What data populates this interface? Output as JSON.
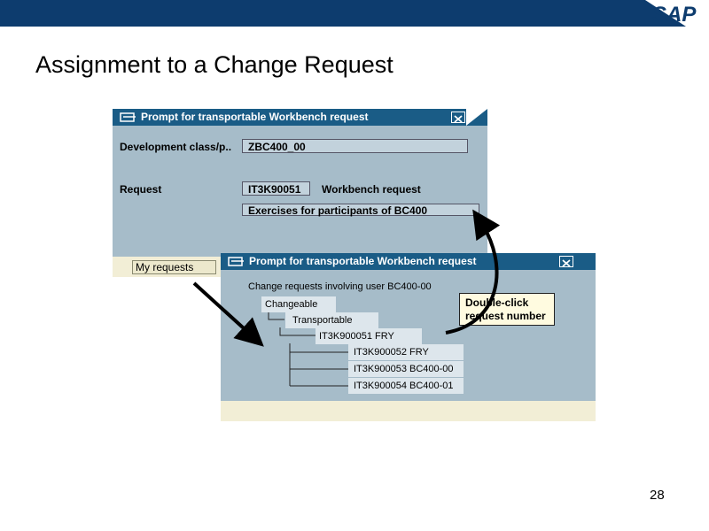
{
  "header": {
    "brand": "SAP"
  },
  "slide": {
    "title": "Assignment to a Change Request",
    "page_number": "28"
  },
  "dialog1": {
    "title": "Prompt for transportable Workbench request",
    "dev_class_label": "Development class/p..",
    "dev_class_value": "ZBC400_00",
    "request_label": "Request",
    "request_value": "IT3K90051",
    "request_type": "Workbench request",
    "description": "Exercises for participants of BC400",
    "my_requests_button": "My requests"
  },
  "dialog2": {
    "title": "Prompt for transportable Workbench request",
    "heading": "Change requests involving user BC400-00",
    "tree": {
      "changeable": "Changeable",
      "transportable": "Transportable",
      "req1": "IT3K900051 FRY",
      "req2": "IT3K900052 FRY",
      "req3": "IT3K900053 BC400-00",
      "req4": "IT3K900054 BC400-01"
    }
  },
  "callout": {
    "line1": "Double-click",
    "line2": "request number"
  },
  "colors": {
    "header_bar": "#0d3c6e",
    "dialog_title_bar": "#1a5c86",
    "dialog_body": "#a6bcc9",
    "footer_strip": "#f2eed6",
    "callout_bg": "#fffbe0"
  },
  "icons": [
    "sap-logo",
    "dialog-icon",
    "close-icon",
    "arrow-icon"
  ]
}
